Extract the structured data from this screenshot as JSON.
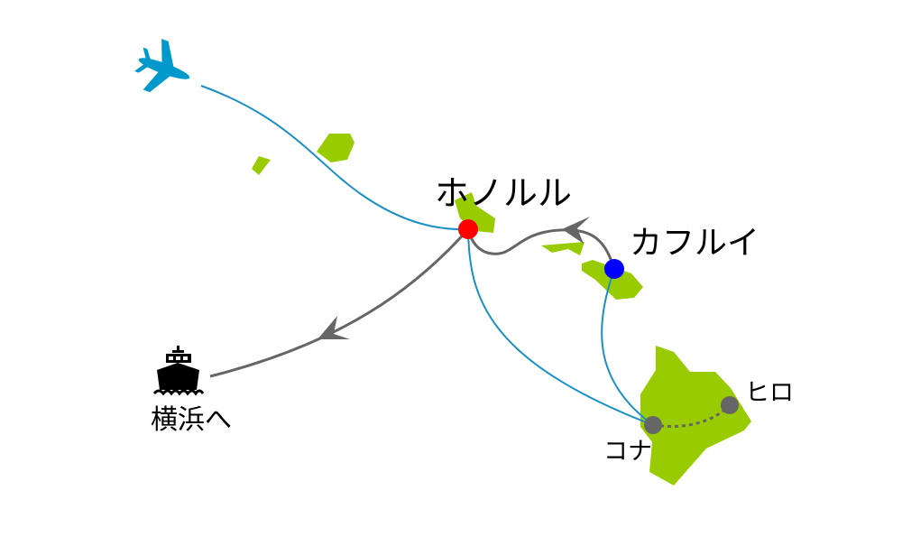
{
  "colors": {
    "island": "#99cc00",
    "air_route": "#1a8fc4",
    "sea_route": "#666666",
    "honolulu_marker": "#ff0000",
    "kahului_marker": "#0000ff",
    "minor_marker": "#666666",
    "plane_icon": "#0099cc"
  },
  "icons": {
    "plane": "airplane-icon",
    "ship": "ship-icon"
  },
  "places": {
    "honolulu": "ホノルル",
    "kahului": "カフルイ",
    "kona": "コナ",
    "hilo": "ヒロ",
    "yokohama": "横浜へ"
  }
}
